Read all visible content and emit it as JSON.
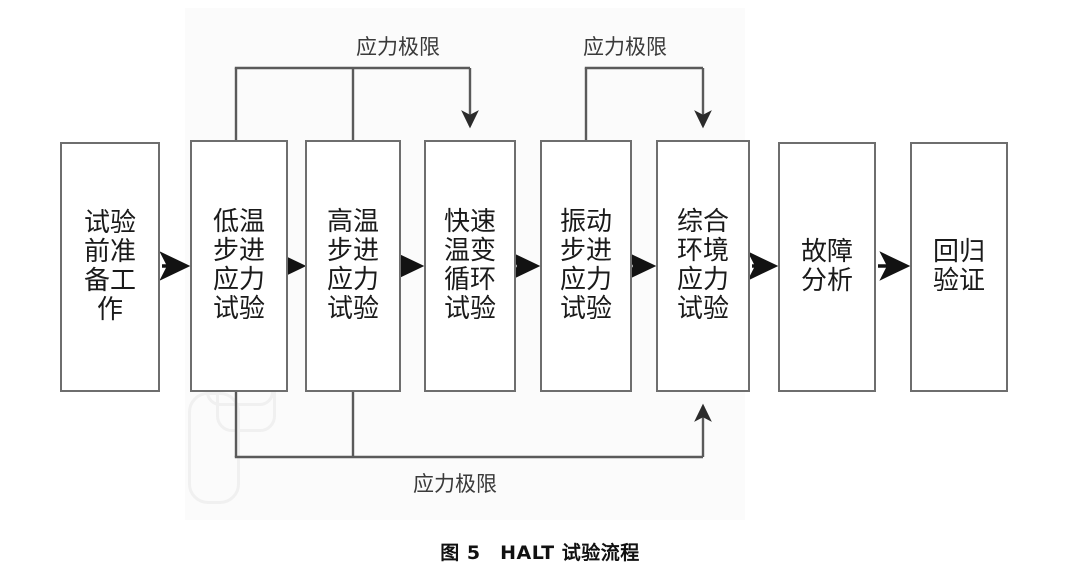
{
  "figure": {
    "caption": "图 5　HALT 试验流程",
    "type": "flowchart",
    "title": "HALT 试验流程"
  },
  "nodes": [
    {
      "id": "prep",
      "label": "试验\n前准\n备工\n作",
      "order": 1
    },
    {
      "id": "low-temp",
      "label": "低温\n步进\n应力\n试验",
      "order": 2
    },
    {
      "id": "high-temp",
      "label": "高温\n步进\n应力\n试验",
      "order": 3
    },
    {
      "id": "temp-cycle",
      "label": "快速\n温变\n循环\n试验",
      "order": 4
    },
    {
      "id": "vibration",
      "label": "振动\n步进\n应力\n试验",
      "order": 5
    },
    {
      "id": "combined",
      "label": "综合\n环境\n应力\n试验",
      "order": 6
    },
    {
      "id": "fault",
      "label": "故障\n分析",
      "order": 7
    },
    {
      "id": "regression",
      "label": "回归\n验证",
      "order": 8
    }
  ],
  "feedback_labels": {
    "top_left": "应力极限",
    "top_right": "应力极限",
    "bottom": "应力极限"
  },
  "edges": [
    {
      "from": "prep",
      "to": "low-temp",
      "kind": "sequence"
    },
    {
      "from": "low-temp",
      "to": "high-temp",
      "kind": "sequence"
    },
    {
      "from": "high-temp",
      "to": "temp-cycle",
      "kind": "sequence"
    },
    {
      "from": "temp-cycle",
      "to": "vibration",
      "kind": "sequence"
    },
    {
      "from": "vibration",
      "to": "combined",
      "kind": "sequence"
    },
    {
      "from": "combined",
      "to": "fault",
      "kind": "sequence"
    },
    {
      "from": "fault",
      "to": "regression",
      "kind": "sequence"
    },
    {
      "from": "low-temp",
      "to": "temp-cycle",
      "kind": "feedback-top",
      "label": "应力极限"
    },
    {
      "from": "high-temp",
      "to": "temp-cycle",
      "kind": "feedback-top",
      "label": "应力极限"
    },
    {
      "from": "vibration",
      "to": "combined",
      "kind": "feedback-top",
      "label": "应力极限"
    },
    {
      "from": "low-temp",
      "to": "combined",
      "kind": "feedback-bottom",
      "label": "应力极限"
    },
    {
      "from": "high-temp",
      "to": "combined",
      "kind": "feedback-bottom",
      "label": "应力极限"
    }
  ],
  "colors": {
    "box_border": "#6e6e6e",
    "line": "#5a5a5a",
    "arrow_black": "#121212",
    "text": "#1a1a1a",
    "background": "#ffffff"
  }
}
